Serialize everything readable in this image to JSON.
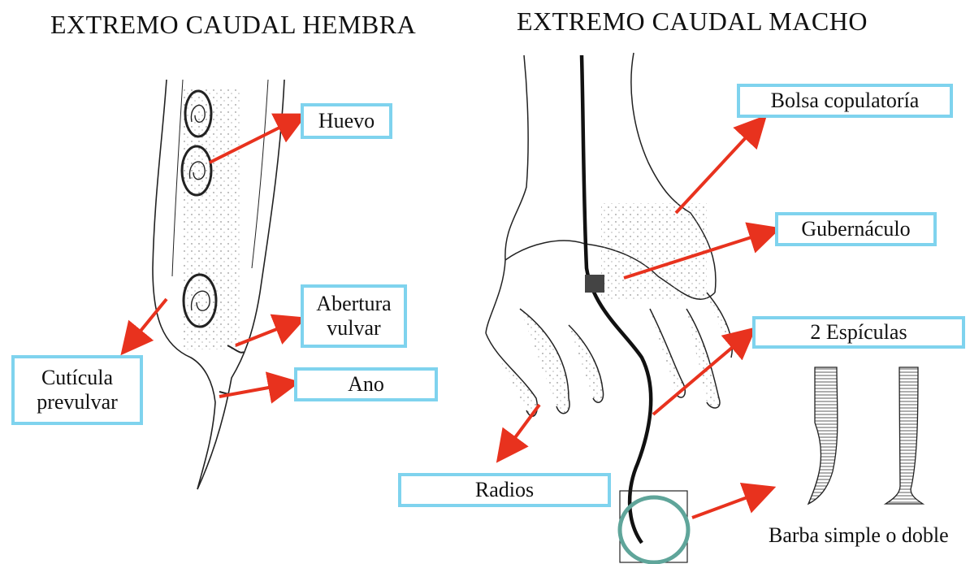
{
  "titles": {
    "female": "EXTREMO CAUDAL HEMBRA",
    "male": "EXTREMO CAUDAL MACHO"
  },
  "labels": {
    "huevo": "Huevo",
    "abertura_vulvar_line1": "Abertura",
    "abertura_vulvar_line2": "vulvar",
    "ano": "Ano",
    "cuticula_line1": "Cutícula",
    "cuticula_line2": "prevulvar",
    "bolsa": "Bolsa copulatoría",
    "gubernaculo": "Gubernáculo",
    "espiculas": "2 Espículas",
    "radios": "Radios"
  },
  "caption": {
    "barba": "Barba simple o doble"
  },
  "colors": {
    "arrow": "#e8321e",
    "label_border": "#7fd3ee",
    "circle": "#5fa59a",
    "ink": "#222222"
  }
}
